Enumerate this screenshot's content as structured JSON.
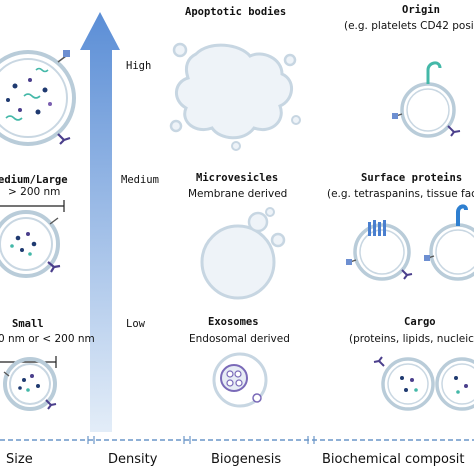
{
  "size": {
    "medium_large": "edium/Large",
    "gt200": "> 200 nm",
    "small": "Small",
    "lt200": "0 nm or < 200 nm"
  },
  "density": {
    "high": "High",
    "medium": "Medium",
    "low": "Low"
  },
  "biogenesis": {
    "apoptotic": "Apoptotic bodies",
    "microvesicles": "Microvesicles",
    "membrane_derived": "Membrane derived",
    "exosomes": "Exosomes",
    "endosomal_derived": "Endosomal derived"
  },
  "biochemical": {
    "origin": "Origin",
    "origin_sub": "(e.g. platelets CD42 posi",
    "surface": "Surface proteins",
    "surface_sub": "(e.g. tetraspanins, tissue fac",
    "cargo": "Cargo",
    "cargo_sub": "(proteins, lipids, nucleic"
  },
  "footer": {
    "size": "Size",
    "density": "Density",
    "biogenesis": "Biogenesis",
    "biochemical": "Biochemical composit"
  },
  "colors": {
    "arrow_top": "#5b8ed6",
    "arrow_bottom": "#dde9f7",
    "membrane": "#b9ccd9",
    "navy": "#1f3a70",
    "purple": "#4b3f8c",
    "teal": "#44b8a8",
    "dashed": "#6a96c8"
  }
}
